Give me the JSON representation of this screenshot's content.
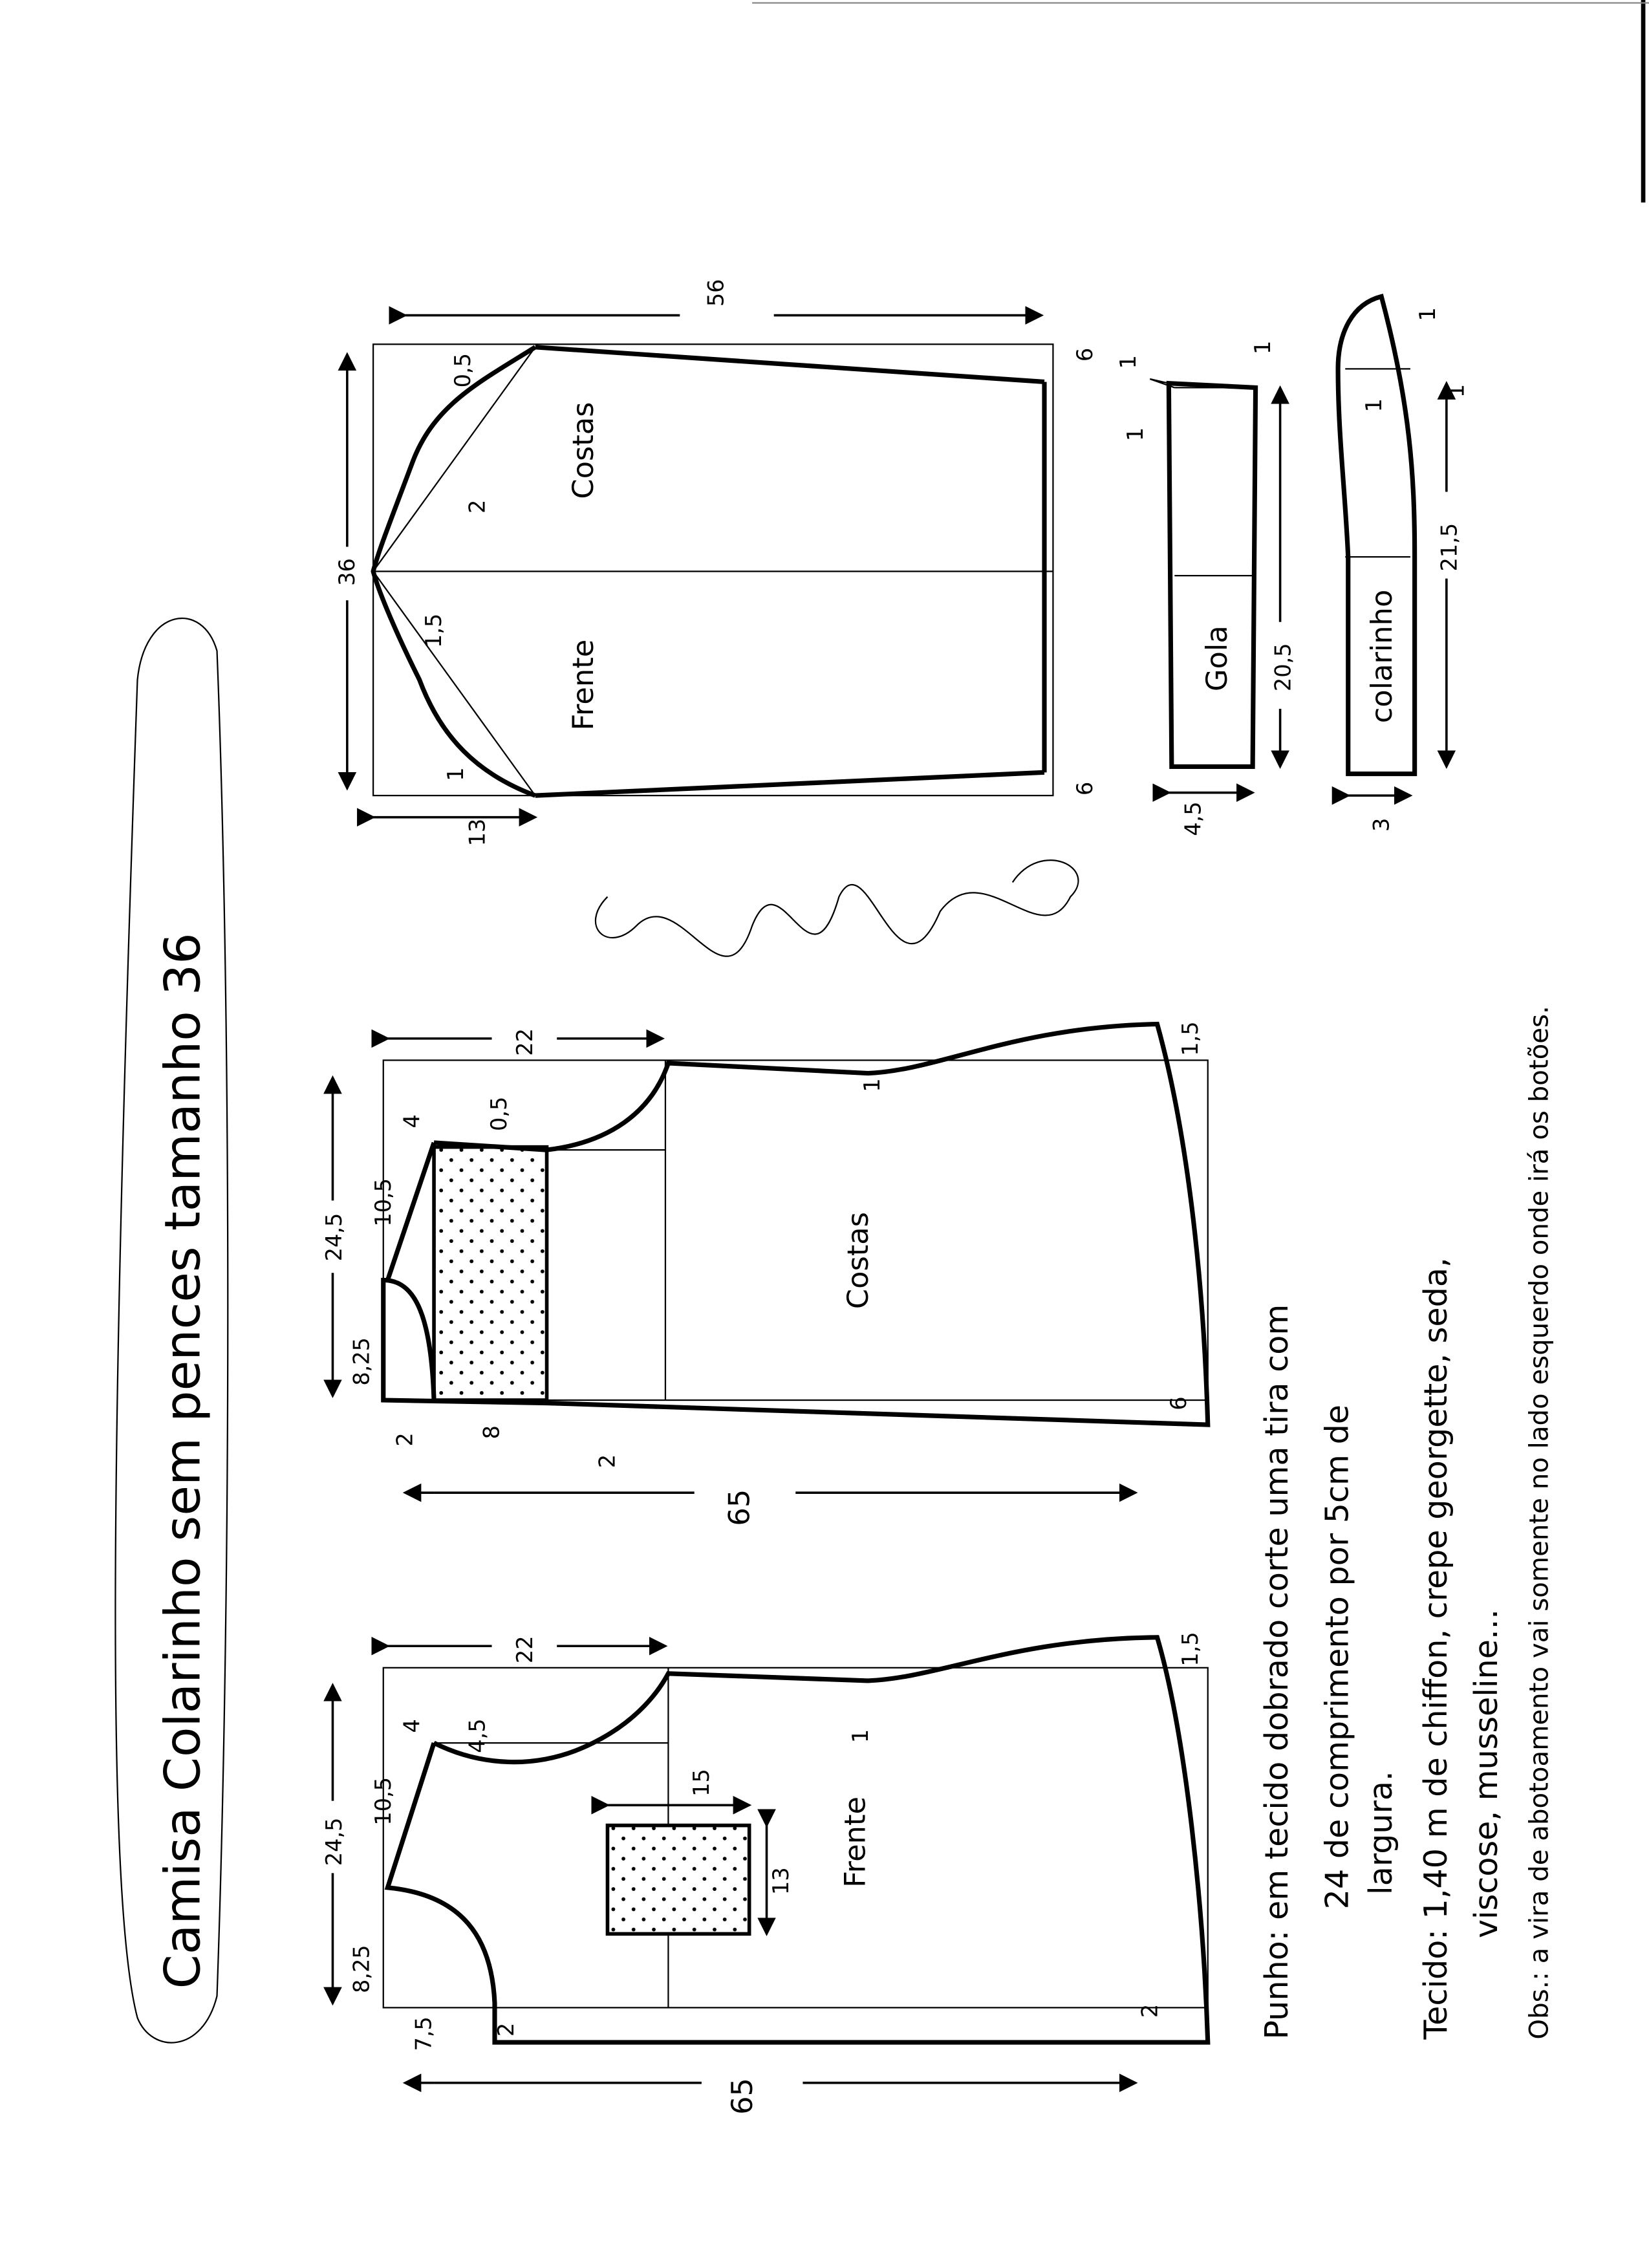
{
  "title": "Camisa Colarinho sem pences tamanho 36",
  "sleeve": {
    "label_back": "Costas",
    "label_front": "Frente",
    "dims": {
      "width": "56",
      "cap_height": "36",
      "bottom": "13",
      "top_right": "6",
      "bottom_right": "6",
      "d05": "0,5",
      "d2": "2",
      "d15": "1,5",
      "d1": "1"
    }
  },
  "collar_stand": {
    "label": "Gola",
    "dims": {
      "length": "20,5",
      "height": "4,5",
      "a": "1",
      "b": "1",
      "c": "1"
    }
  },
  "collar": {
    "label": "colarinho",
    "dims": {
      "length": "21,5",
      "height": "3",
      "a": "1",
      "b": "1",
      "c": "1"
    }
  },
  "back": {
    "label": "Costas",
    "dims": {
      "shoulder_top": "22",
      "width": "24,5",
      "d4": "4",
      "d05": "0,5",
      "d105": "10,5",
      "d825": "8,25",
      "d2a": "2",
      "d8": "8",
      "d2b": "2",
      "d1": "1",
      "d15": "1,5",
      "d6": "6",
      "length": "65"
    }
  },
  "front": {
    "label": "Frente",
    "dims": {
      "shoulder_top": "22",
      "width": "24,5",
      "d4": "4",
      "d45": "4,5",
      "d105": "10,5",
      "d825": "8,25",
      "d75": "7,5",
      "d2a": "2",
      "d1": "1",
      "d15": "1,5",
      "d2b": "2",
      "length": "65",
      "pocket_w": "15",
      "pocket_h": "13"
    }
  },
  "notes": {
    "punho_1": "Punho: em tecido dobrado corte uma tira com",
    "punho_2": "24 de comprimento por 5cm de",
    "punho_3": "largura.",
    "tecido_1": "Tecido: 1,40 m de chiffon, crepe georgette, seda,",
    "tecido_2": "viscose, musseline...",
    "obs": "Obs.: a vira de abotoamento vai somente no lado esquerdo onde irá os botões."
  },
  "signature": "Marlene Mukai"
}
